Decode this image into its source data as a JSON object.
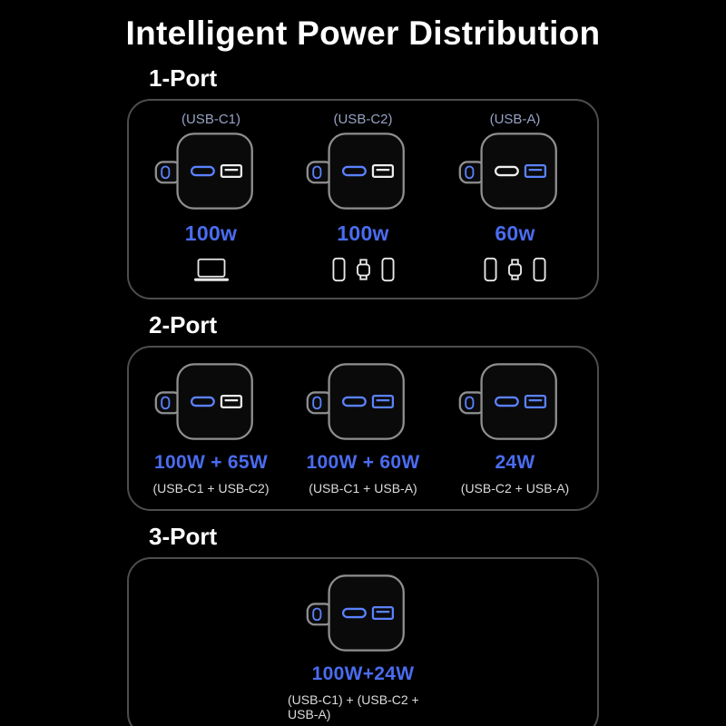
{
  "title": "Intelligent Power Distribution",
  "colors": {
    "background": "#000000",
    "title_text": "#ffffff",
    "accent_blue": "#4a6cf0",
    "port_label_blue": "#97a3c4",
    "active_port_blue": "#5b82ff",
    "panel_border_gray": "#4d4d4d",
    "sub_label_gray": "#dcdcdc"
  },
  "sections": [
    {
      "heading": "1-Port",
      "items": [
        {
          "port_label": "(USB-C1)",
          "wattage": "100w",
          "ports_state": "c",
          "devices": [
            "laptop-icon"
          ]
        },
        {
          "port_label": "(USB-C2)",
          "wattage": "100w",
          "ports_state": "c",
          "devices": [
            "phone-icon",
            "watch-icon",
            "phone-icon"
          ]
        },
        {
          "port_label": "(USB-A)",
          "wattage": "60w",
          "ports_state": "a",
          "devices": [
            "phone-icon",
            "watch-icon",
            "phone-icon"
          ]
        }
      ]
    },
    {
      "heading": "2-Port",
      "items": [
        {
          "wattage": "100W + 65W",
          "sub_label": "(USB-C1 + USB-C2)",
          "ports_state": "c"
        },
        {
          "wattage": "100W + 60W",
          "sub_label": "(USB-C1 + USB-A)",
          "ports_state": "c a"
        },
        {
          "wattage": "24W",
          "sub_label": "(USB-C2 + USB-A)",
          "ports_state": "c a"
        }
      ]
    },
    {
      "heading": "3-Port",
      "items": [
        {
          "wattage": "100W+24W",
          "sub_label": "(USB-C1) + (USB-C2 + USB-A)",
          "ports_state": "c a"
        }
      ]
    }
  ]
}
